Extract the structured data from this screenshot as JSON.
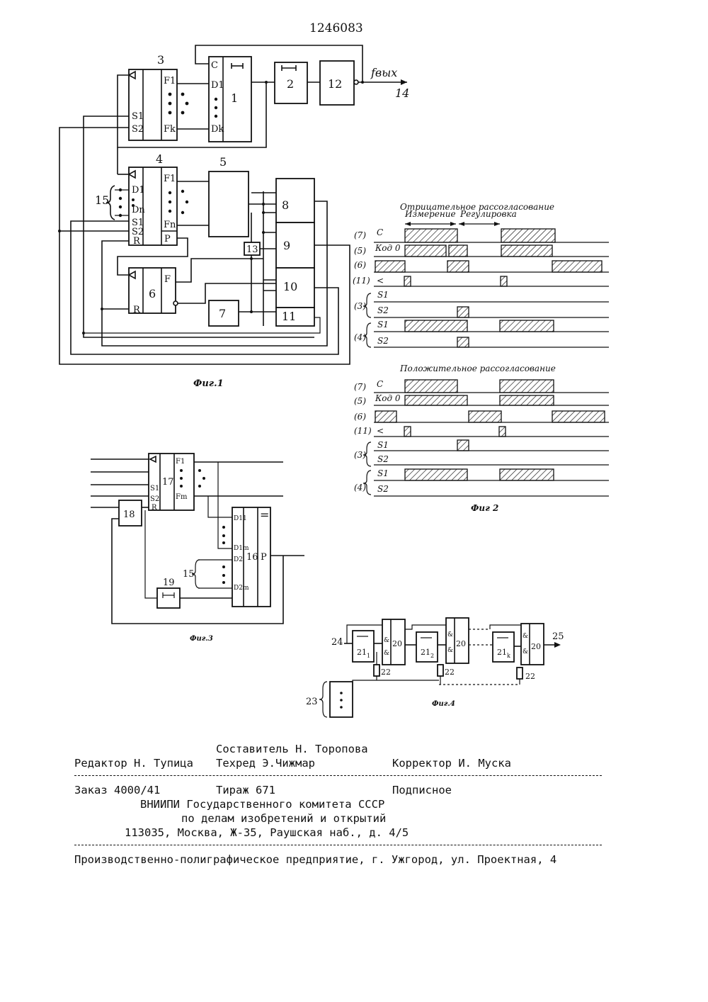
{
  "patent_number": "1246083",
  "fig1": {
    "caption": "Фиг.1",
    "output_label": "fвых",
    "output_number": "14",
    "bus_label": "15",
    "blocks": {
      "b1": "1",
      "b2": "2",
      "b3": "3",
      "b4": "4",
      "b5": "5",
      "b6": "6",
      "b7": "7",
      "b8": "8",
      "b9": "9",
      "b10": "10",
      "b11": "11",
      "b12": "12",
      "b13": "13"
    },
    "pins": {
      "c": "C",
      "d1": "D1",
      "dk": "Dk",
      "f1": "F1",
      "fk": "Fk",
      "s1": "S1",
      "s2": "S2",
      "fn": "Fn",
      "p": "P",
      "r": "R",
      "f": "F",
      "dn": "Dn"
    }
  },
  "fig2": {
    "caption": "Фиг 2",
    "neg_title": "Отрицательное рассогласование",
    "measure": "Измерение",
    "regulate": "Регулировка",
    "pos_title": "Положительное рассогласование",
    "rows": {
      "r7": "(7)",
      "r5": "(5)",
      "r6": "(6)",
      "r11": "(11)",
      "r11b": "(11)",
      "r3": "(3)",
      "r4": "(4)"
    },
    "signals": {
      "c": "C",
      "code": "Код 0",
      "lt": "<",
      "s1": "S1",
      "s2": "S2"
    }
  },
  "fig3": {
    "caption": "Фиг.3",
    "blocks": {
      "b16": "16",
      "b17": "17",
      "b18": "18",
      "b19": "19",
      "bus": "15"
    },
    "pins": {
      "eq": "=",
      "p": "P",
      "d11": "D11",
      "d1m": "D1m",
      "d2": "D2",
      "d2m": "D2m",
      "f1": "F1",
      "fm": "Fm",
      "s1": "S1",
      "s2": "S2",
      "r": "R"
    }
  },
  "fig4": {
    "caption": "Фиг.4",
    "labels": {
      "in": "24",
      "out": "25",
      "bus": "23",
      "c22a": "22",
      "c22b": "22",
      "c22c": "22"
    },
    "blocks": {
      "d1": "21",
      "d2": "21",
      "dk": "21",
      "r1": "20",
      "r2": "20",
      "rk": "20",
      "s1": "1",
      "s2": "2",
      "sk": "k",
      "amp": "&"
    }
  },
  "colophon": {
    "compiler": "Составитель Н. Торопова",
    "editor": "Редактор Н. Тупица",
    "techred": "Техред Э.Чижмар",
    "corrector": "Корректор И. Муска",
    "order": "Заказ 4000/41",
    "tirazh": "Тираж 671",
    "subscription": "Подписное",
    "org1": "ВНИИПИ Государственного комитета СССР",
    "org2": "по делам изобретений и открытий",
    "address": "113035, Москва, Ж-35, Раушская наб., д. 4/5",
    "printer": "Производственно-полиграфическое предприятие, г. Ужгород, ул. Проектная, 4"
  }
}
